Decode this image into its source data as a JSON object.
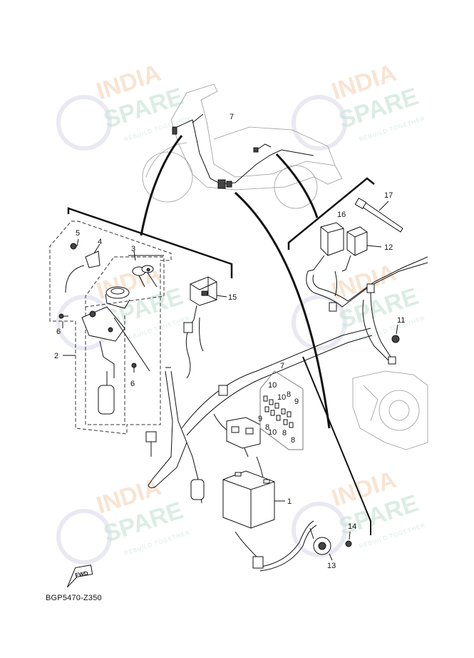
{
  "watermark": {
    "brand_top": "INDIA",
    "brand_bottom": "SPARE",
    "tagline": "REBUILD TOGETHER"
  },
  "diagram_code": "BGP5470-Z350",
  "direction_marker": "FWD",
  "callouts": [
    {
      "id": "c1",
      "label": "1"
    },
    {
      "id": "c2",
      "label": "2"
    },
    {
      "id": "c3",
      "label": "3"
    },
    {
      "id": "c4",
      "label": "4"
    },
    {
      "id": "c5",
      "label": "5"
    },
    {
      "id": "c6a",
      "label": "6"
    },
    {
      "id": "c6b",
      "label": "6"
    },
    {
      "id": "c7a",
      "label": "7"
    },
    {
      "id": "c7b",
      "label": "7"
    },
    {
      "id": "c8a",
      "label": "8"
    },
    {
      "id": "c8b",
      "label": "8"
    },
    {
      "id": "c8c",
      "label": "8"
    },
    {
      "id": "c8d",
      "label": "8"
    },
    {
      "id": "c9a",
      "label": "9"
    },
    {
      "id": "c9b",
      "label": "9"
    },
    {
      "id": "c10a",
      "label": "10"
    },
    {
      "id": "c10b",
      "label": "10"
    },
    {
      "id": "c10c",
      "label": "10"
    },
    {
      "id": "c11",
      "label": "11"
    },
    {
      "id": "c12",
      "label": "12"
    },
    {
      "id": "c13",
      "label": "13"
    },
    {
      "id": "c14",
      "label": "14"
    },
    {
      "id": "c15",
      "label": "15"
    },
    {
      "id": "c16",
      "label": "16"
    },
    {
      "id": "c17",
      "label": "17"
    }
  ]
}
